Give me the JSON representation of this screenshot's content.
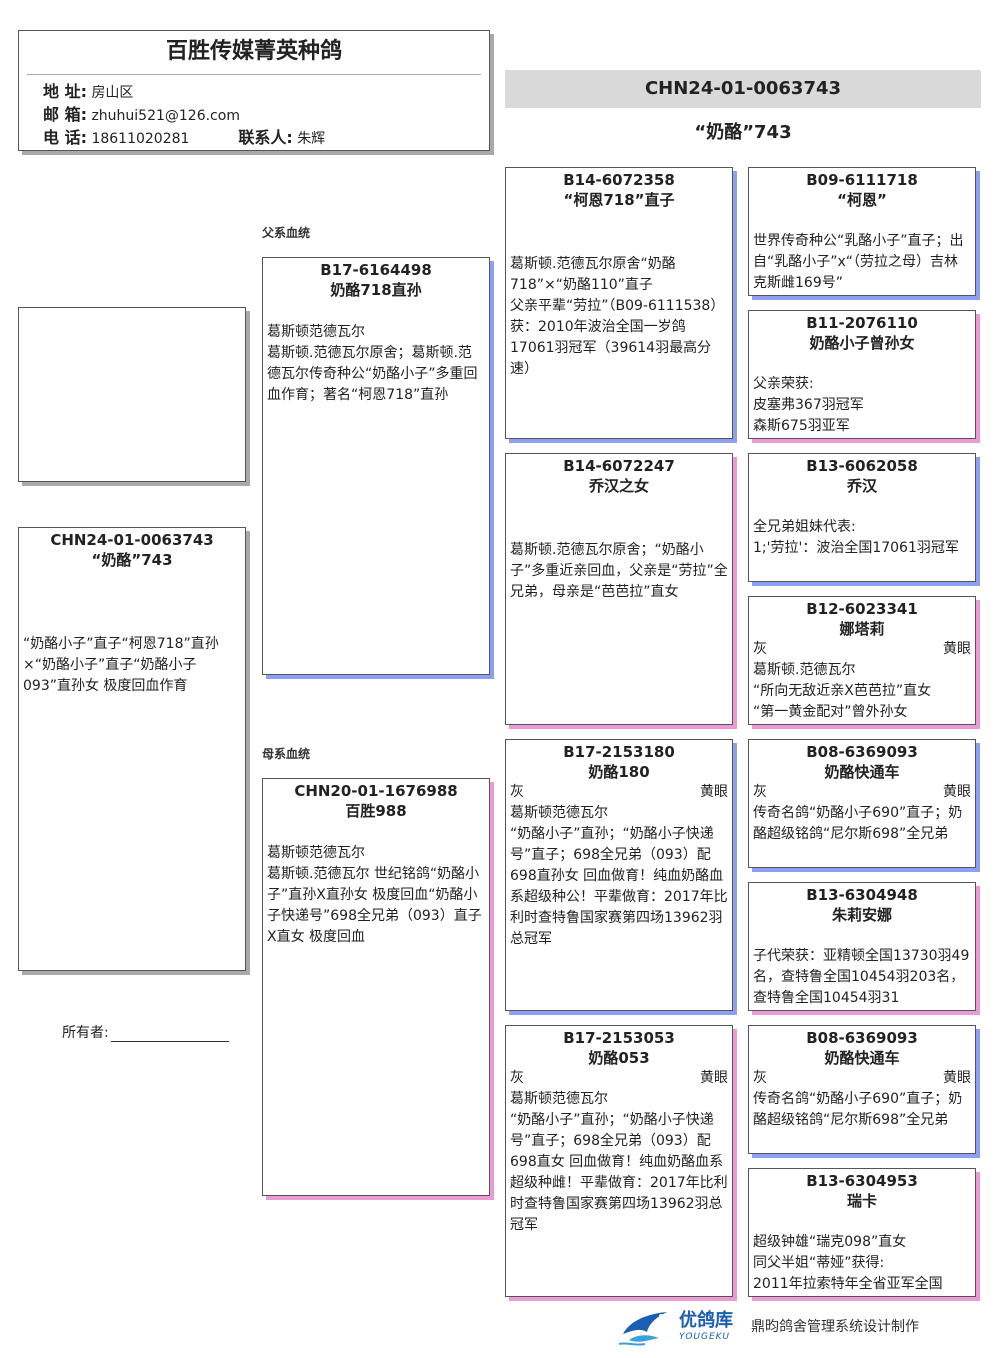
{
  "header": {
    "title": "百胜传媒菁英种鸽",
    "address_label": "地 址:",
    "address": "房山区",
    "email_label": "邮 箱:",
    "email": "zhuhui521@126.com",
    "phone_label": "电 话:",
    "phone": "18611020281",
    "contact_label": "联系人:",
    "contact": "朱辉"
  },
  "banner": {
    "ring": "CHN24-01-0063743",
    "name": "“奶酪”743"
  },
  "labels": {
    "sire_side": "父系血统",
    "dam_side": "母系血统",
    "owner": "所有者:"
  },
  "subject": {
    "ring": "CHN24-01-0063743",
    "name": "“奶酪”743",
    "body": "“奶酪小子”直子“柯恩718”直孙×“奶酪小子”直子“奶酪小子093”直孙女 极度回血作育"
  },
  "sire": {
    "ring": "B17-6164498",
    "name": "奶酪718直孙",
    "body": "葛斯顿范德瓦尔\n葛斯顿.范德瓦尔原舍；葛斯顿.范德瓦尔传奇种公“奶酪小子”多重回血作育；著名“柯恩718”直孙"
  },
  "dam": {
    "ring": "CHN20-01-1676988",
    "name": "百胜988",
    "body": "葛斯顿范德瓦尔\n葛斯顿.范德瓦尔 世纪铭鸽“奶酪小子”直孙X直孙女 极度回血“奶酪小子快递号”698全兄弟（093）直子X直女 极度回血"
  },
  "ss": {
    "ring": "B14-6072358",
    "name": "“柯恩718”直子",
    "body": "葛斯顿.范德瓦尔原舍“奶酪718”×“奶酪110”直子\n父亲平辈“劳拉”（B09-6111538）获：2010年波治全国一岁鸽17061羽冠军（39614羽最高分速）"
  },
  "sd": {
    "ring": "B14-6072247",
    "name": "乔汉之女",
    "body": "葛斯顿.范德瓦尔原舍；“奶酪小子”多重近亲回血，父亲是“劳拉”全兄弟，母亲是“芭芭拉”直女"
  },
  "ds": {
    "ring": "B17-2153180",
    "name": "奶酪180",
    "color": "灰",
    "eye": "黄眼",
    "body": "葛斯顿范德瓦尔\n“奶酪小子”直孙；“奶酪小子快递号”直子；698全兄弟（093）配698直孙女 回血做育！纯血奶酪血系超级种公！平辈做育：2017年比利时查特鲁国家赛第四场13962羽总冠军"
  },
  "dd": {
    "ring": "B17-2153053",
    "name": "奶酪053",
    "color": "灰",
    "eye": "黄眼",
    "body": "葛斯顿范德瓦尔\n“奶酪小子”直孙；“奶酪小子快递号”直子；698全兄弟（093）配698直女 回血做育！纯血奶酪血系超级种雌！平辈做育：2017年比利时查特鲁国家赛第四场13962羽总冠军"
  },
  "sss": {
    "ring": "B09-6111718",
    "name": "“柯恩”",
    "body": "世界传奇种公“乳酪小子”直子；出自“乳酪小子”x“（劳拉之母）吉林克斯雌169号”"
  },
  "ssd": {
    "ring": "B11-2076110",
    "name": "奶酪小子曾孙女",
    "body": "父亲荣获:\n皮塞弗367羽冠军\n森斯675羽亚军"
  },
  "sds": {
    "ring": "B13-6062058",
    "name": "乔汉",
    "body": "全兄弟姐妹代表:\n1;'劳拉'：波治全国17061羽冠军"
  },
  "sdd": {
    "ring": "B12-6023341",
    "name": "娜塔莉",
    "color": "灰",
    "eye": "黄眼",
    "body": "葛斯顿.范德瓦尔\n“所向无敌近亲X芭芭拉”直女\n“第一黄金配对”曾外孙女"
  },
  "dss": {
    "ring": "B08-6369093",
    "name": "奶酪快通车",
    "color": "灰",
    "eye": "黄眼",
    "body": "传奇名鸽“奶酪小子690”直子；奶酪超级铭鸽“尼尔斯698”全兄弟"
  },
  "dsd": {
    "ring": "B13-6304948",
    "name": "朱莉安娜",
    "body": "子代荣获：亚精顿全国13730羽49名，查特鲁全国10454羽203名，查特鲁全国10454羽31"
  },
  "dds": {
    "ring": "B08-6369093",
    "name": "奶酪快通车",
    "color": "灰",
    "eye": "黄眼",
    "body": "传奇名鸽“奶酪小子690”直子；奶酪超级铭鸽“尼尔斯698”全兄弟"
  },
  "ddd": {
    "ring": "B13-6304953",
    "name": "瑞卡",
    "body": "超级钟雄“瑞克098”直女\n同父半姐“蒂娅”获得:\n2011年拉索特年全省亚军全国"
  },
  "footer": {
    "brand_cn": "优鸽库",
    "brand_en": "YOUGEKU",
    "credit": "鼎昀鸽舍管理系统设计制作"
  },
  "colors": {
    "sire_shadow": "#8c9ff0",
    "dam_shadow": "#ec9ad6",
    "neutral_shadow": "#a9a9a9",
    "brand": "#1a5fb4"
  }
}
